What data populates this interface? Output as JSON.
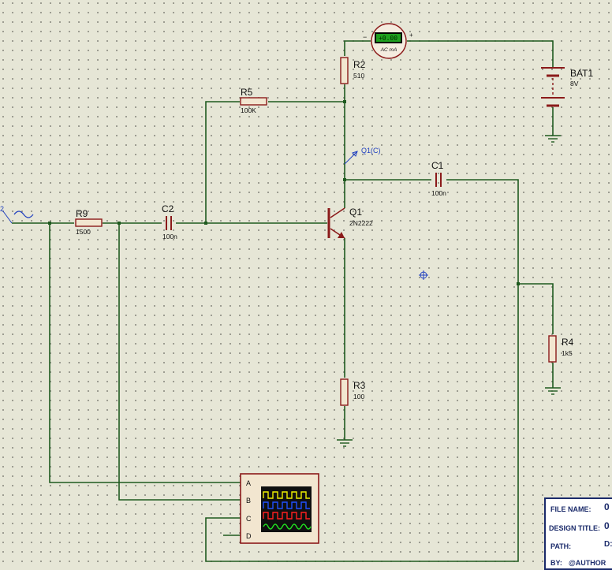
{
  "components": {
    "r9": {
      "ref": "R9",
      "value": "1500"
    },
    "c2": {
      "ref": "C2",
      "value": "100n"
    },
    "r5": {
      "ref": "R5",
      "value": "100K"
    },
    "r2": {
      "ref": "R2",
      "value": "510"
    },
    "q1": {
      "ref": "Q1",
      "value": "2N2222"
    },
    "c1": {
      "ref": "C1",
      "value": "100n"
    },
    "r3": {
      "ref": "R3",
      "value": "100"
    },
    "r4": {
      "ref": "R4",
      "value": "1k5"
    },
    "bat1": {
      "ref": "BAT1",
      "value": "8V"
    }
  },
  "probe": {
    "label": "Q1(C)"
  },
  "generator": {
    "label": "2"
  },
  "ammeter": {
    "reading": "+0.00",
    "unit": "AC mA",
    "minus": "−",
    "plus": "+"
  },
  "scope": {
    "channels": [
      "A",
      "B",
      "C",
      "D"
    ]
  },
  "titleblock": {
    "file_label": "FILE NAME:",
    "file_value": "0",
    "design_label": "DESIGN TITLE:",
    "design_value": "0",
    "path_label": "PATH:",
    "path_value": "D:",
    "by_label": "BY:",
    "by_value": "@AUTHOR"
  },
  "colors": {
    "wire": "#1f5a1f",
    "component": "#8b1a1a",
    "canvas": "#e6e6d6"
  }
}
